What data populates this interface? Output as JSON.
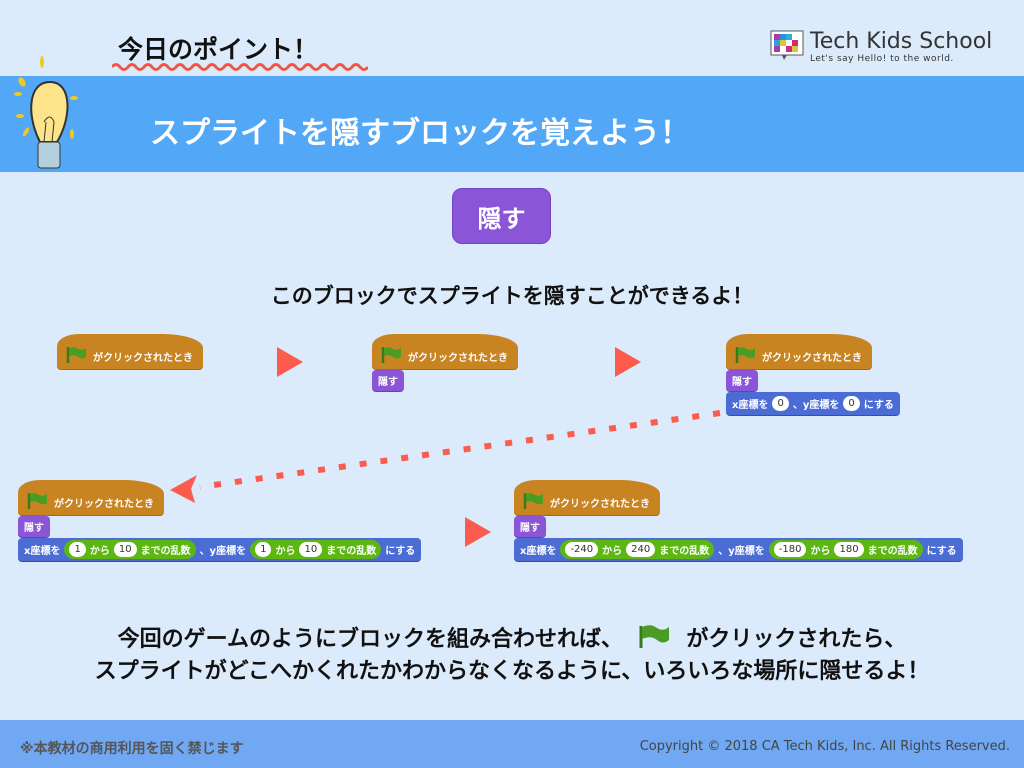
{
  "header": {
    "point_label": "今日のポイント！",
    "logo_name": "Tech Kids School",
    "logo_tagline": "Let's say Hello! to the world.",
    "banner_title": "スプライトを隠すブロックを覚えよう！"
  },
  "main": {
    "hide_block": "隠す",
    "description": "このブロックでスプライトを隠すことができるよ！",
    "message_line1": "今回のゲームのようにブロックを組み合わせれば、",
    "message_flag_suffix": "がクリックされたら、",
    "message_line2": "スプライトがどこへかくれたかわからなくなるように、いろいろな場所に隠せるよ！"
  },
  "blocks": {
    "hat": "がクリックされたとき",
    "hide": "隠す",
    "x_label": "x座標を",
    "y_label": "、y座標を",
    "set": "にする",
    "from": "から",
    "random": "までの乱数"
  },
  "stacks": [
    {
      "blocks": [
        "hat"
      ]
    },
    {
      "blocks": [
        "hat",
        "hide"
      ]
    },
    {
      "blocks": [
        "hat",
        "hide",
        "goto"
      ],
      "x": "0",
      "y": "0"
    },
    {
      "blocks": [
        "hat",
        "hide",
        "gotorand"
      ],
      "x": [
        "1",
        "10"
      ],
      "y": [
        "1",
        "10"
      ]
    },
    {
      "blocks": [
        "hat",
        "hide",
        "gotorand"
      ],
      "x": [
        "-240",
        "240"
      ],
      "y": [
        "-180",
        "180"
      ]
    }
  ],
  "footer": {
    "notice": "※本教材の商用利用を固く禁じます",
    "copyright": "Copyright © 2018 CA Tech Kids, Inc. All Rights Reserved."
  },
  "colors": {
    "banner": "#52a8f7",
    "hat": "#c88421",
    "looks": "#8a55d7",
    "motion": "#4a6cd4",
    "operator": "#5cb712",
    "arrow": "#fb5c4e"
  }
}
